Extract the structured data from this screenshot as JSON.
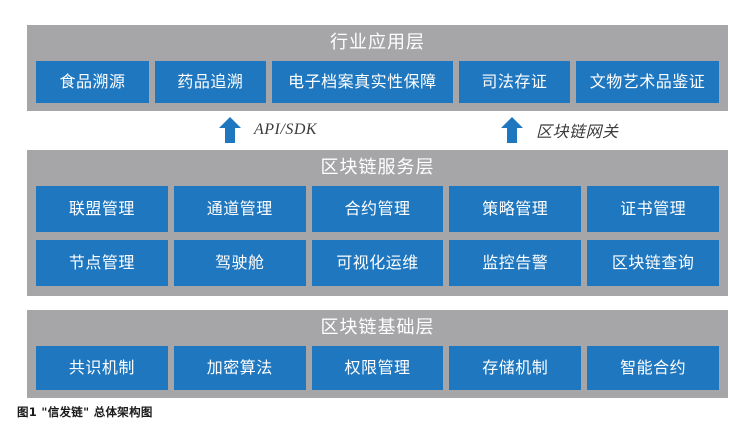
{
  "figure": {
    "caption": "图1 \"信发链\" 总体架构图"
  },
  "colors": {
    "panel_gray": "#a6a6a8",
    "box_blue": "#1f77bf",
    "box_text": "#ffffff",
    "header_text": "#ffffff",
    "label_text": "#3c3c3c",
    "background": "#ffffff"
  },
  "layers": {
    "application": {
      "header": "行业应用层",
      "items": [
        {
          "label": "食品溯源"
        },
        {
          "label": "药品追溯"
        },
        {
          "label": "电子档案真实性保障"
        },
        {
          "label": "司法存证"
        },
        {
          "label": "文物艺术品鉴证"
        }
      ]
    },
    "service": {
      "header": "区块链服务层",
      "rows": [
        [
          {
            "label": "联盟管理"
          },
          {
            "label": "通道管理"
          },
          {
            "label": "合约管理"
          },
          {
            "label": "策略管理"
          },
          {
            "label": "证书管理"
          }
        ],
        [
          {
            "label": "节点管理"
          },
          {
            "label": "驾驶舱"
          },
          {
            "label": "可视化运维"
          },
          {
            "label": "监控告警"
          },
          {
            "label": "区块链查询"
          }
        ]
      ]
    },
    "base": {
      "header": "区块链基础层",
      "items": [
        {
          "label": "共识机制"
        },
        {
          "label": "加密算法"
        },
        {
          "label": "权限管理"
        },
        {
          "label": "存储机制"
        },
        {
          "label": "智能合约"
        }
      ]
    }
  },
  "connectors": [
    {
      "icon": "arrow-up-icon",
      "label": "API/SDK"
    },
    {
      "icon": "arrow-up-icon",
      "label": "区块链网关"
    }
  ]
}
